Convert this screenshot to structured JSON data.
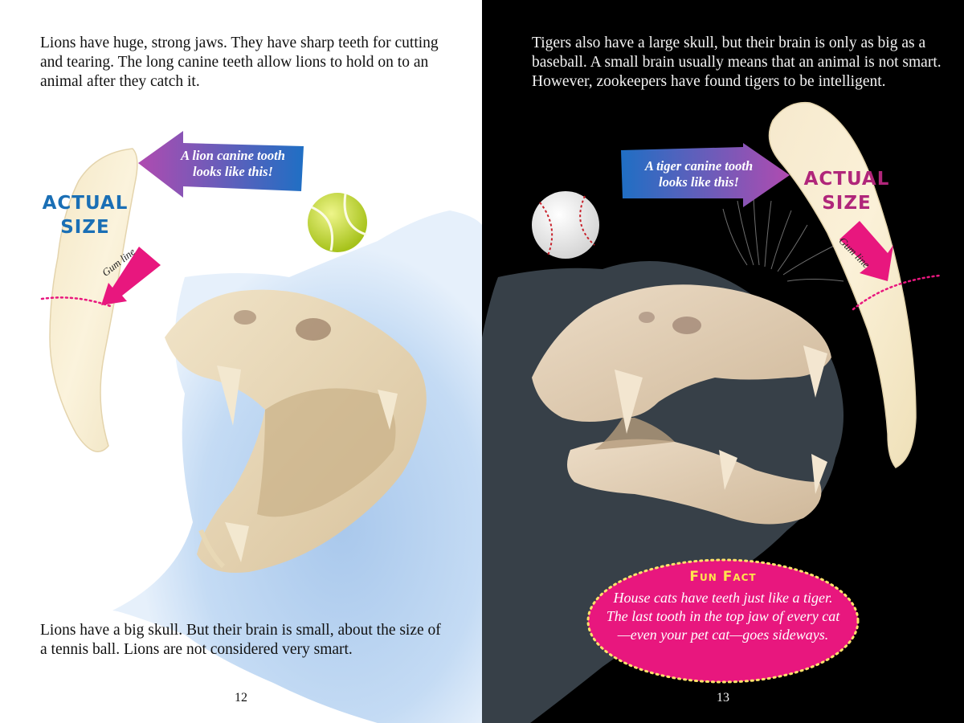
{
  "left_page": {
    "intro_text": "Lions have huge, strong jaws. They have sharp teeth for cutting and tearing. The long canine teeth allow lions to hold on to an animal after they catch it.",
    "arrow_label_line1": "A lion canine tooth",
    "arrow_label_line2": "looks like this!",
    "actual_size_line1": "ACTUAL",
    "actual_size_line2": "SIZE",
    "gum_line_label": "Gum line",
    "bottom_text": "Lions have a big skull. But their brain is small, about the size of a tennis ball. Lions are not considered very smart.",
    "page_number": "12"
  },
  "right_page": {
    "intro_text": "Tigers also have a large skull, but their brain is only as big as a baseball. A small brain usually means that an animal is not smart. However, zookeepers have found tigers to be intelligent.",
    "arrow_label_line1": "A tiger canine tooth",
    "arrow_label_line2": "looks like this!",
    "actual_size_line1": "ACTUAL",
    "actual_size_line2": "SIZE",
    "gum_line_label": "Gum line",
    "fun_fact_title": "Fun Fact",
    "fun_fact_text": "House cats have teeth just like a tiger. The last tooth in the top jaw of every cat—even your pet cat—goes sideways.",
    "page_number": "13"
  },
  "icons": {
    "tennis_ball": "tennis-ball-icon",
    "baseball": "baseball-icon",
    "lion_skull": "lion-skull-icon",
    "tiger_skull": "tiger-skull-icon",
    "canine_tooth": "canine-tooth-icon"
  },
  "colors": {
    "actual_size_left": "#1a6fb5",
    "actual_size_right": "#b0267a",
    "fun_fact_bubble": "#e8177e",
    "fun_fact_title": "#ffe44d",
    "arrow_start": "#1f6fc4",
    "arrow_end": "#b04bb0",
    "gum_arrow": "#e8177e"
  }
}
